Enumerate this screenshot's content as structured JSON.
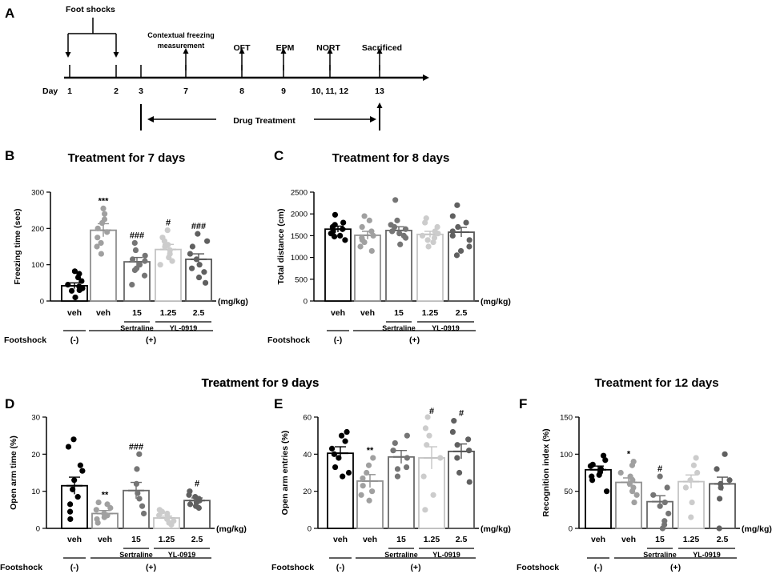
{
  "timeline": {
    "panel_label": "A",
    "foot_shocks_label": "Foot shocks",
    "day_label": "Day",
    "days": [
      "1",
      "2",
      "3",
      "7",
      "8",
      "9",
      "10, 11, 12",
      "13"
    ],
    "events": {
      "freezing": "Contextual freezing measurement",
      "oft": "OFT",
      "epm": "EPM",
      "nort": "NORT",
      "sacrificed": "Sacrificed"
    },
    "drug_treatment_label": "Drug Treatment"
  },
  "common": {
    "x_labels": [
      "veh",
      "veh",
      "15",
      "1.25",
      "2.5"
    ],
    "unit": "(mg/kg)",
    "sertraline_label": "Sertraline",
    "yl_label": "YL-0919",
    "footshock_label": "Footshock",
    "footshock_neg": "(-)",
    "footshock_pos": "(+)",
    "bar_colors": [
      "#000000",
      "#909090",
      "#6a6a6a",
      "#c4c4c4",
      "#555555"
    ],
    "dot_colors": [
      "#000000",
      "#a0a0a0",
      "#757575",
      "#cccccc",
      "#606060"
    ]
  },
  "chart_data": [
    {
      "panel": "B",
      "type": "bar",
      "title": "Treatment for 7 days",
      "ylabel": "Freezing time (sec)",
      "ylim": [
        0,
        300
      ],
      "yticks": [
        0,
        100,
        200,
        300
      ],
      "categories": [
        "veh",
        "veh",
        "15",
        "1.25",
        "2.5"
      ],
      "values": [
        42,
        195,
        108,
        142,
        115
      ],
      "sem": [
        8,
        18,
        12,
        14,
        15
      ],
      "significance": [
        "",
        "***",
        "###",
        "#",
        "###"
      ],
      "points": [
        [
          10,
          28,
          35,
          40,
          45,
          55,
          65,
          75,
          82,
          30
        ],
        [
          130,
          150,
          175,
          190,
          200,
          215,
          225,
          240,
          255,
          160
        ],
        [
          45,
          70,
          85,
          100,
          115,
          125,
          140,
          160,
          90,
          110
        ],
        [
          100,
          110,
          130,
          140,
          150,
          155,
          165,
          175,
          195,
          120
        ],
        [
          50,
          65,
          80,
          100,
          115,
          130,
          150,
          165,
          185,
          90
        ]
      ]
    },
    {
      "panel": "C",
      "type": "bar",
      "title": "Treatment for 8 days",
      "ylabel": "Total distance (cm)",
      "ylim": [
        0,
        2500
      ],
      "yticks": [
        0,
        500,
        1000,
        1500,
        2000,
        2500
      ],
      "categories": [
        "veh",
        "veh",
        "15",
        "1.25",
        "2.5"
      ],
      "values": [
        1650,
        1510,
        1620,
        1530,
        1580
      ],
      "sem": [
        70,
        90,
        85,
        70,
        110
      ],
      "significance": [
        "",
        "",
        "",
        "",
        ""
      ],
      "points": [
        [
          1400,
          1480,
          1550,
          1600,
          1650,
          1700,
          1750,
          1800,
          1980,
          1500
        ],
        [
          1150,
          1250,
          1350,
          1450,
          1500,
          1600,
          1700,
          1850,
          1950,
          1400
        ],
        [
          1300,
          1450,
          1550,
          1600,
          1650,
          1700,
          1750,
          1850,
          2320,
          1500
        ],
        [
          1250,
          1350,
          1450,
          1500,
          1550,
          1600,
          1700,
          1800,
          1900,
          1400
        ],
        [
          1050,
          1150,
          1400,
          1500,
          1600,
          1700,
          1800,
          1950,
          2200,
          1250
        ]
      ]
    },
    {
      "panel": "D",
      "type": "bar",
      "title": "Treatment for 9 days",
      "ylabel": "Open arm time (%)",
      "ylim": [
        0,
        30
      ],
      "yticks": [
        0,
        10,
        20,
        30
      ],
      "categories": [
        "veh",
        "veh",
        "15",
        "1.25",
        "2.5"
      ],
      "values": [
        11.5,
        4,
        10.2,
        2.8,
        7.5
      ],
      "sem": [
        2.3,
        0.8,
        2.2,
        0.5,
        0.7
      ],
      "significance": [
        "",
        "**",
        "###",
        "",
        "#"
      ],
      "points": [
        [
          2.5,
          4.5,
          6.5,
          8.5,
          10.5,
          13,
          15.5,
          17,
          22,
          24
        ],
        [
          1.5,
          2.5,
          3,
          3.5,
          4,
          5,
          5.5,
          6.5,
          7
        ],
        [
          4,
          6,
          8,
          9.5,
          12,
          16,
          20
        ],
        [
          1,
          1.5,
          2,
          2.5,
          3,
          3.5,
          4,
          4.5,
          5
        ],
        [
          5.5,
          6,
          6.5,
          7,
          7.5,
          8,
          8.5,
          9,
          10
        ]
      ]
    },
    {
      "panel": "E",
      "type": "bar",
      "title": "",
      "ylabel": "Open arm entries (%)",
      "ylim": [
        0,
        60
      ],
      "yticks": [
        0,
        20,
        40,
        60
      ],
      "categories": [
        "veh",
        "veh",
        "15",
        "1.25",
        "2.5"
      ],
      "values": [
        40.5,
        25.5,
        38.5,
        38,
        41.5
      ],
      "sem": [
        3.5,
        3.5,
        3.5,
        6,
        4
      ],
      "significance": [
        "",
        "**",
        "",
        "#",
        "#"
      ],
      "points": [
        [
          28,
          33,
          38,
          40,
          43,
          47,
          50,
          52,
          30
        ],
        [
          15,
          18,
          20,
          23,
          27,
          30,
          34,
          38
        ],
        [
          28,
          33,
          38,
          42,
          46,
          50,
          32
        ],
        [
          10,
          18,
          28,
          38,
          45,
          50,
          54,
          60
        ],
        [
          25,
          30,
          38,
          42,
          45,
          48,
          52,
          58
        ]
      ]
    },
    {
      "panel": "F",
      "type": "bar",
      "title": "Treatment for 12 days",
      "ylabel": "Recognition index (%)",
      "ylim": [
        0,
        150
      ],
      "yticks": [
        0,
        50,
        100,
        150
      ],
      "categories": [
        "veh",
        "veh",
        "15",
        "1.25",
        "2.5"
      ],
      "values": [
        79,
        62,
        36,
        63,
        60
      ],
      "sem": [
        5,
        6,
        8,
        9,
        9
      ],
      "significance": [
        "",
        "*",
        "#",
        "",
        ""
      ],
      "points": [
        [
          50,
          65,
          72,
          76,
          80,
          84,
          86,
          92,
          98,
          70
        ],
        [
          35,
          45,
          55,
          60,
          65,
          70,
          75,
          85,
          90,
          50
        ],
        [
          0,
          5,
          20,
          30,
          35,
          45,
          55,
          70,
          10
        ],
        [
          15,
          35,
          55,
          65,
          75,
          85,
          95
        ],
        [
          0,
          40,
          55,
          60,
          65,
          80,
          100
        ]
      ]
    }
  ],
  "global_titles": {
    "t9": "Treatment for 9 days"
  }
}
